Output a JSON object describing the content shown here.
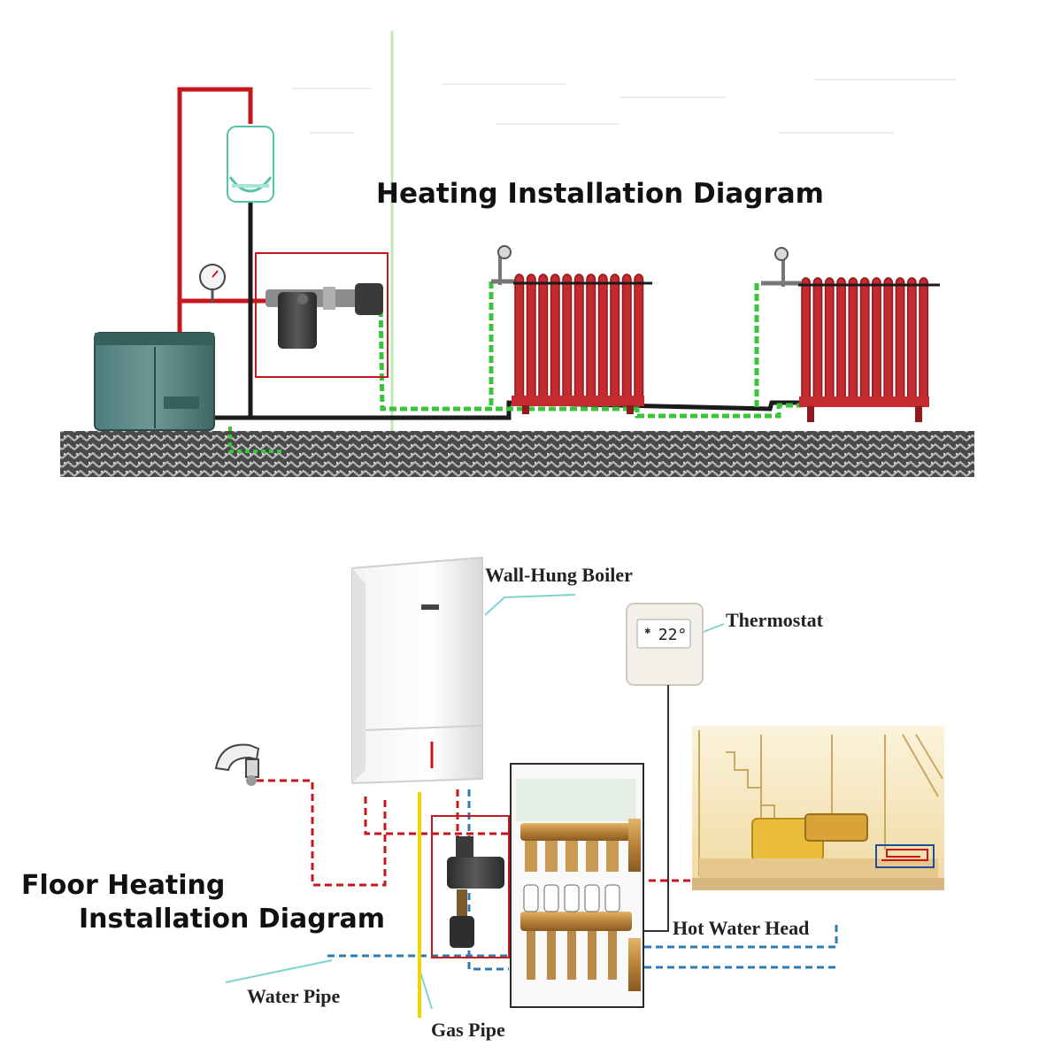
{
  "top_diagram": {
    "title": "Heating Installation Diagram",
    "components": [
      {
        "name": "floor-standing-boiler"
      },
      {
        "name": "expansion-tank"
      },
      {
        "name": "pressure-gauge"
      },
      {
        "name": "circulation-pump"
      },
      {
        "name": "radiator-1"
      },
      {
        "name": "radiator-2"
      }
    ]
  },
  "bottom_diagram": {
    "title_line1": "Floor Heating",
    "title_line2": "Installation Diagram",
    "labels": {
      "boiler": "Wall-Hung Boiler",
      "thermostat": "Thermostat",
      "hot_water_head": "Hot Water Head",
      "water_pipe": "Water Pipe",
      "gas_pipe": "Gas Pipe"
    },
    "thermostat_display": "22°"
  },
  "colors": {
    "hot_pipe": "#c8161d",
    "return_pipe": "#1b1b1b",
    "flow_green": "#39c43b",
    "water_pipe": "#2c7ab0",
    "gas_pipe": "#f0d500",
    "callout_line": "#7fd3d3",
    "radiator": "#c42a2f"
  }
}
